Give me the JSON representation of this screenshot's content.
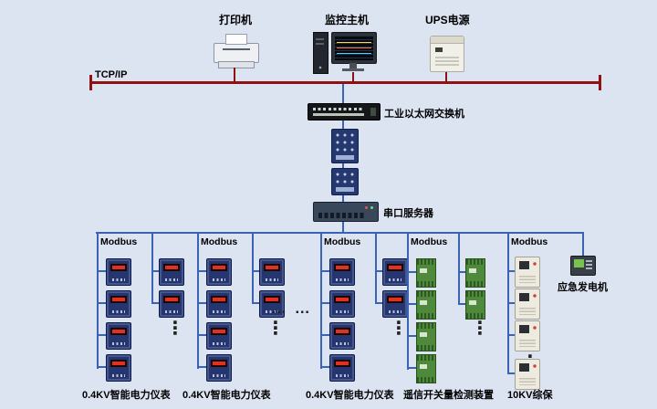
{
  "colors": {
    "background": "#dce3f1",
    "tcpip_bus": "#8e1212",
    "field_bus": "#3a62b5"
  },
  "tcpip": {
    "label": "TCP/IP"
  },
  "top_devices": {
    "printer_label": "打印机",
    "host_label": "监控主机",
    "ups_label": "UPS电源"
  },
  "backbone": {
    "switch_label": "工业以太网交换机",
    "serial_server_label": "串口服务器"
  },
  "branches": [
    {
      "bus_label": "Modbus",
      "device_label": "0.4KV智能电力仪表"
    },
    {
      "bus_label": "Modbus",
      "device_label": "0.4KV智能电力仪表"
    },
    {
      "bus_label": "Modbus",
      "device_label": "0.4KV智能电力仪表"
    },
    {
      "bus_label": "Modbus",
      "device_label": "遥信开关量检测装置"
    },
    {
      "bus_label": "Modbus",
      "device_label": "10KV综保"
    }
  ],
  "generator": {
    "label": "应急发电机"
  },
  "ellipsis": {
    "horizontal": "… …",
    "vertical": "⋮"
  }
}
